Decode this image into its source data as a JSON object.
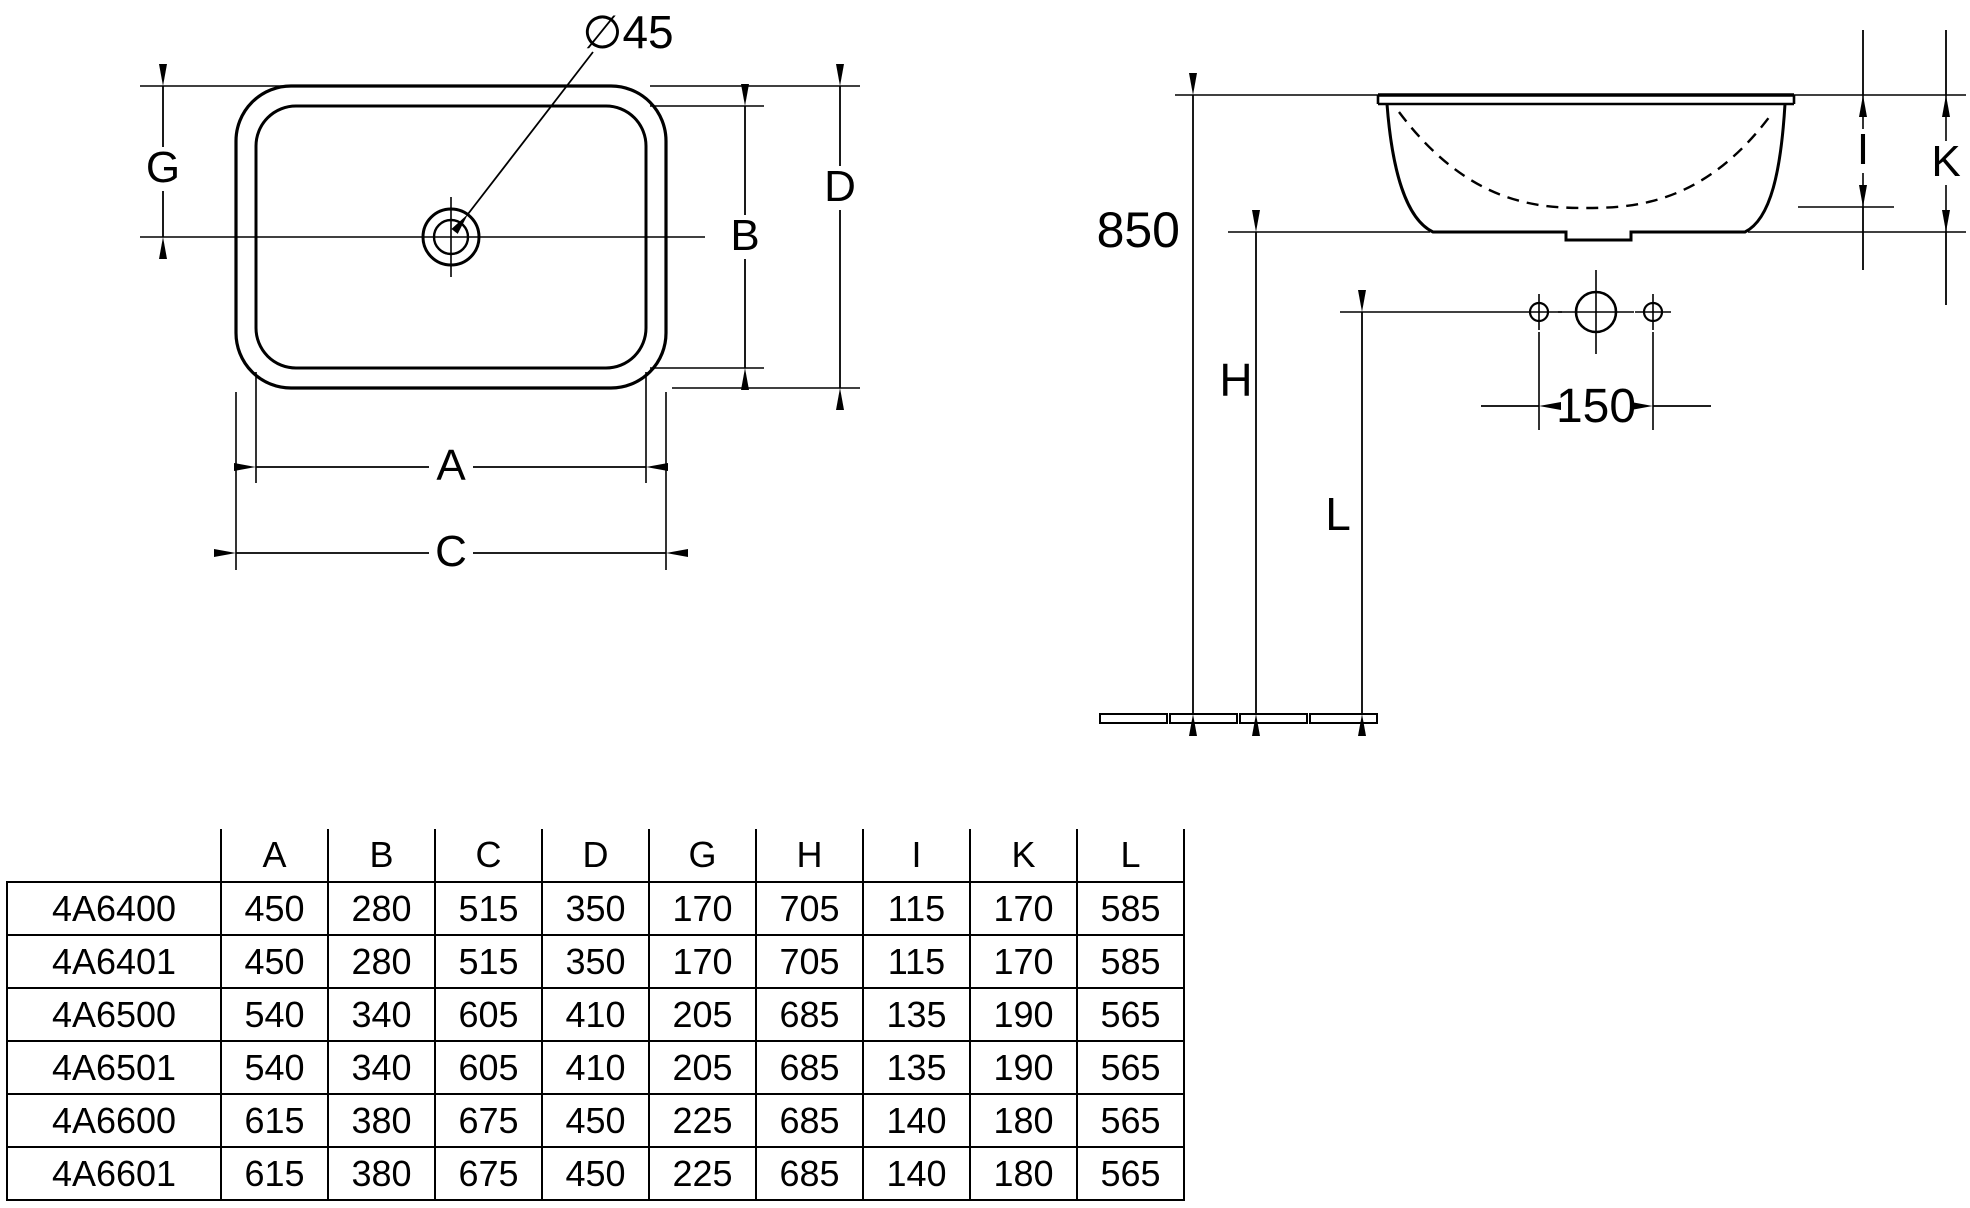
{
  "colors": {
    "ink": "#000000",
    "background": "#ffffff"
  },
  "plan_view": {
    "drain_diameter_label": "∅45",
    "dim_labels": {
      "A": "A",
      "B": "B",
      "C": "C",
      "D": "D",
      "G": "G"
    }
  },
  "side_view": {
    "install_height_label": "850",
    "tap_hole_spacing_label": "150",
    "dim_labels": {
      "H": "H",
      "I": "I",
      "K": "K",
      "L": "L"
    }
  },
  "table": {
    "column_headers": [
      "A",
      "B",
      "C",
      "D",
      "G",
      "H",
      "I",
      "K",
      "L"
    ],
    "rows": [
      {
        "model": "4A6400",
        "values": [
          "450",
          "280",
          "515",
          "350",
          "170",
          "705",
          "115",
          "170",
          "585"
        ]
      },
      {
        "model": "4A6401",
        "values": [
          "450",
          "280",
          "515",
          "350",
          "170",
          "705",
          "115",
          "170",
          "585"
        ]
      },
      {
        "model": "4A6500",
        "values": [
          "540",
          "340",
          "605",
          "410",
          "205",
          "685",
          "135",
          "190",
          "565"
        ]
      },
      {
        "model": "4A6501",
        "values": [
          "540",
          "340",
          "605",
          "410",
          "205",
          "685",
          "135",
          "190",
          "565"
        ]
      },
      {
        "model": "4A6600",
        "values": [
          "615",
          "380",
          "675",
          "450",
          "225",
          "685",
          "140",
          "180",
          "565"
        ]
      },
      {
        "model": "4A6601",
        "values": [
          "615",
          "380",
          "675",
          "450",
          "225",
          "685",
          "140",
          "180",
          "565"
        ]
      }
    ]
  }
}
